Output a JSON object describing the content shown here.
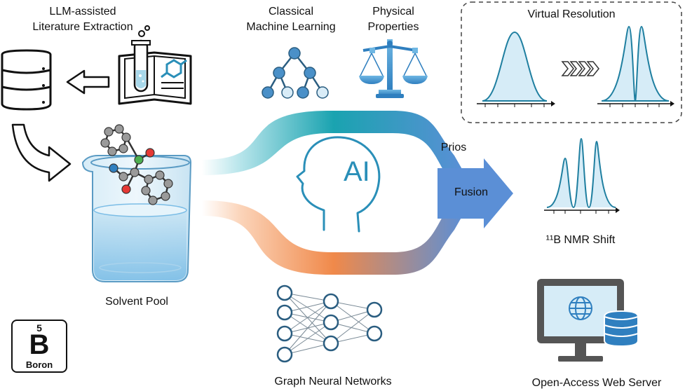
{
  "labels": {
    "llm_extraction": "LLM-assisted\nLiterature Extraction",
    "classical_ml": "Classical\nMachine Learning",
    "physical_properties": "Physical\nProperties",
    "virtual_resolution": "Virtual Resolution",
    "prios": "Prios",
    "fusion": "Fusion",
    "ai": "AI",
    "nmr_shift": "¹¹B NMR Shift",
    "solvent_pool": "Solvent Pool",
    "gnn": "Graph Neural Networks",
    "web_server": "Open-Access Web Server"
  },
  "element_card": {
    "number": "5",
    "symbol": "B",
    "name": "Boron"
  },
  "colors": {
    "teal": "#1aa3b0",
    "orange": "#f0894a",
    "fusion_blue": "#5b8fd6",
    "outline": "#111111",
    "light_blue": "#a8d8ea",
    "node_blue": "#4a90c8",
    "ai_head": "#2a8fb8"
  },
  "icons": [
    "database-icon",
    "arrow-left-icon",
    "book-beaker-icon",
    "tree-icon",
    "balance-scale-icon",
    "curved-arrow-icon",
    "beaker-molecule-icon",
    "ai-head-icon",
    "neural-network-icon",
    "monitor-globe-icon",
    "nmr-spectrum-icon"
  ]
}
